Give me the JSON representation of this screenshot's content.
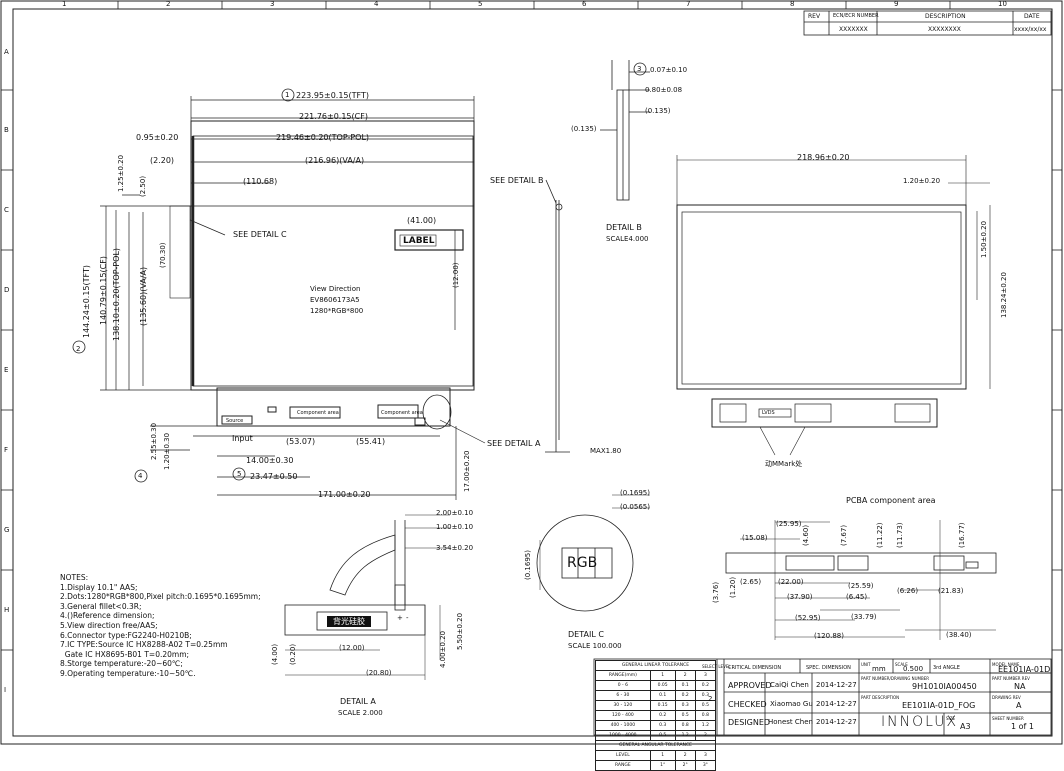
{
  "border": {
    "top_cols": [
      "1",
      "2",
      "3",
      "4",
      "5",
      "6",
      "7",
      "8",
      "9",
      "10"
    ],
    "side_rows": [
      "A",
      "B",
      "C",
      "D",
      "E",
      "F",
      "G",
      "H",
      "I"
    ]
  },
  "rev_table": {
    "headers": [
      "REV",
      "ECN/ECR NUMBER",
      "DESCRIPTION",
      "DATE"
    ],
    "row": [
      "",
      "XXXXXXX",
      "XXXXXXXX",
      "xxxx/xx/xx"
    ]
  },
  "front": {
    "dim_tft": "223.95±0.15(TFT)",
    "dim_cf": "221.76±0.15(CF)",
    "dim_top_pol": "219.46±0.20(TOP-POL)",
    "dim_va": "(216.96)(VA/A)",
    "dim_095": "0.95±0.20",
    "dim_220": "(2.20)",
    "dim_110": "(110.68)",
    "dim_125": "1.25±0.20",
    "dim_250": "(2.50)",
    "see_c": "SEE DETAIL C",
    "dim_4100": "(41.00)",
    "label": "LABEL",
    "dim_7030": "(70.30)",
    "view_dir_1": "View Direction",
    "view_dir_2": "EV8606173A5",
    "view_dir_3": "1280*RGB*800",
    "dim_1200": "(12.00)",
    "v_tft": "144.24±0.15(TFT)",
    "v_cf": "140.79±0.15(CF)",
    "v_pol": "138.10±0.20(TOP-POL)",
    "v_va": "(135.60)(VA/A)",
    "circle2": "2",
    "circle1": "1",
    "comp1": "Component area",
    "comp2": "Component area",
    "sourceic": "Source",
    "input": "Input",
    "dim_5307": "(53.07)",
    "dim_5541": "(55.41)",
    "dim_1400": "14.00±0.30",
    "dim_2347": "23.47±0.50",
    "circle5": "5",
    "circle4": "4",
    "dim_255": "2.55±0.30",
    "dim_120": "1.20±0.30",
    "dim_17100": "171.00±0.20",
    "dim_1700": "17.00±0.20",
    "see_a": "SEE DETAIL A"
  },
  "side": {
    "see_b": "SEE DETAIL B",
    "max": "MAX1.80"
  },
  "detail_b": {
    "circle3": "3",
    "dim_007": "0.07±0.10",
    "dim_080": "0.80±0.08",
    "dim_0135a": "(0.135)",
    "dim_0135b": "(0.135)",
    "title": "DETAIL B",
    "scale": "SCALE4.000"
  },
  "back": {
    "dim_21896": "218.96±0.20",
    "dim_120": "1.20±0.20",
    "dim_150": "1.50±0.20",
    "dim_13824": "138.24±0.20",
    "mark": "动MMark处",
    "conn": "LVDS"
  },
  "pcba": {
    "title": "PCBA component area",
    "d1": "(25.95)",
    "d2": "(15.08)",
    "d3": "(4.60)",
    "d4": "(7.67)",
    "d5": "(11.22)",
    "d6": "(11.73)",
    "d7": "(16.77)",
    "d8": "(2.65)",
    "d9": "(22.00)",
    "d10": "(25.59)",
    "d11": "(6.45)",
    "d12": "(37.90)",
    "d13": "(6.26)",
    "d14": "(21.83)",
    "d15": "(52.95)",
    "d16": "(33.79)",
    "d17": "(120.88)",
    "d18": "(38.40)",
    "d19": "(3.76)",
    "d20": "(1.20)"
  },
  "detail_c": {
    "d1": "(0.1695)",
    "d2": "(0.0565)",
    "d3": "(0.1695)",
    "rgb": "RGB",
    "title": "DETAIL C",
    "scale": "SCALE 100.000"
  },
  "detail_a": {
    "d1": "2.00±0.10",
    "d2": "1.00±0.10",
    "d3": "3.54±0.20",
    "d4": "5.50±0.20",
    "d5": "(4.00)",
    "d6": "(0.20)",
    "d7": "(12.00)",
    "d8": "(20.80)",
    "d9": "4.00±0.20",
    "plus": "+",
    "minus": "-",
    "label": "背光硅胶",
    "title": "DETAIL A",
    "scale": "SCALE 2.000"
  },
  "notes": [
    "NOTES:",
    "1.Display 10.1\" AAS;",
    "2.Dots:1280*RGB*800,Pixel pitch:0.1695*0.1695mm;",
    "3.General fillet<0.3R;",
    "4.()Reference dimension;",
    "5.View direction free/AAS;",
    "6.Connector type:FG2240-H0210B;",
    "7.IC TYPE:Source IC HX8288-A02 T=0.25mm",
    "  Gate IC HX8695-B01 T=0.20mm;",
    "8.Storge temperature:-20~60℃;",
    "9.Operating temperature:-10~50℃."
  ],
  "title_block": {
    "tol_title": "GENERAL LINEAR TOLERANCE",
    "tol_head": [
      "RANGE(mm)",
      "LEVEL",
      "1",
      "2",
      "3"
    ],
    "tol_rows": [
      [
        "0 - 6",
        "0.05",
        "0.1",
        "0.2"
      ],
      [
        "6 - 30",
        "0.1",
        "0.2",
        "0.3"
      ],
      [
        "30 - 120",
        "0.15",
        "0.3",
        "0.5"
      ],
      [
        "120 - 400",
        "0.2",
        "0.5",
        "0.8"
      ],
      [
        "400 - 1000",
        "0.3",
        "0.8",
        "1.2"
      ],
      [
        "1000 - 4000",
        "0.5",
        "1.2",
        "2"
      ]
    ],
    "ang_title": "GENERAL ANGULAR TOLERANCE",
    "ang_row": [
      "LEVEL",
      "1",
      "2",
      "3"
    ],
    "ang_row2": [
      "RANGE",
      "1°",
      "2°",
      "3°"
    ],
    "select_level": "SELECT LEVEL",
    "level_val": "2",
    "crit_dim": "CRITICAL DIMENSION",
    "spec_dim": "SPEC. DIMENSION",
    "unit_label": "UNIT",
    "unit": "mm",
    "scale_label": "SCALE",
    "scale": "0.500",
    "angle": "3rd ANGLE",
    "approved": "APPROVED",
    "approved_name": "CaiQi Chen",
    "approved_date": "2014-12-27",
    "checked": "CHECKED",
    "checked_name": "Xiaomao Gu",
    "checked_date": "2014-12-27",
    "designed": "DESIGNED",
    "designed_name": "Honest Chen",
    "designed_date": "2014-12-27",
    "part_no_label": "PART NUMBER/DRAWING NUMBER",
    "part_no": "9H1010IA00450",
    "desc_label": "PART DESCRIPTION",
    "desc": "EE101IA-01D_FOG",
    "model_label": "MODEL NAME",
    "model": "EE101IA-01D",
    "pnr_label": "PART NUMBER REV",
    "pnr": "NA",
    "drev_label": "DRAWING REV",
    "drev": "A",
    "size_label": "SIZE",
    "size": "A3",
    "sheet_label": "SHEET NUMBER",
    "sheet": "1 of 1",
    "company": "INNOLUX"
  }
}
